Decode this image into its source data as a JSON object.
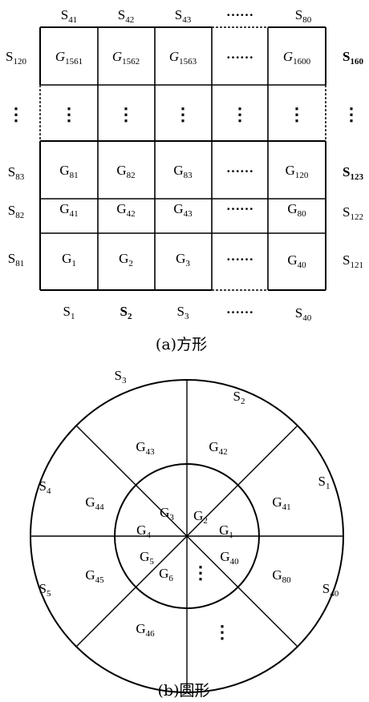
{
  "figure_a": {
    "caption": "(a)方形",
    "top_labels": [
      {
        "base": "S",
        "sub": "41"
      },
      {
        "base": "S",
        "sub": "42"
      },
      {
        "base": "S",
        "sub": "43"
      },
      {
        "base": "",
        "sub": "",
        "text": "……"
      },
      {
        "base": "S",
        "sub": "80"
      }
    ],
    "bottom_labels": [
      {
        "base": "S",
        "sub": "1"
      },
      {
        "base": "S",
        "sub": "2"
      },
      {
        "base": "S",
        "sub": "3"
      },
      {
        "base": "",
        "sub": "",
        "text": "……"
      },
      {
        "base": "S",
        "sub": "40"
      }
    ],
    "left_labels": [
      {
        "base": "S",
        "sub": "120"
      },
      {
        "base": "",
        "sub": "",
        "text": "⋮"
      },
      {
        "base": "S",
        "sub": "83"
      },
      {
        "base": "S",
        "sub": "82"
      },
      {
        "base": "S",
        "sub": "81"
      }
    ],
    "right_labels": [
      {
        "base": "S",
        "sub": "160"
      },
      {
        "base": "",
        "sub": "",
        "text": "⋮"
      },
      {
        "base": "S",
        "sub": "123"
      },
      {
        "base": "S",
        "sub": "122"
      },
      {
        "base": "S",
        "sub": "121"
      }
    ],
    "cells": [
      [
        {
          "base": "G",
          "sub": "1561",
          "italic": true
        },
        {
          "base": "G",
          "sub": "1562",
          "italic": true
        },
        {
          "base": "G",
          "sub": "1563",
          "italic": true
        },
        {
          "text": "……"
        },
        {
          "base": "G",
          "sub": "1600",
          "italic": true
        }
      ],
      [
        {
          "text": "⋮"
        },
        {
          "text": "⋮"
        },
        {
          "text": "⋮"
        },
        {
          "text": "⋮"
        },
        {
          "text": "⋮"
        }
      ],
      [
        {
          "base": "G",
          "sub": "81"
        },
        {
          "base": "G",
          "sub": "82"
        },
        {
          "base": "G",
          "sub": "83"
        },
        {
          "text": "……"
        },
        {
          "base": "G",
          "sub": "120"
        }
      ],
      [
        {
          "base": "G",
          "sub": "41"
        },
        {
          "base": "G",
          "sub": "42"
        },
        {
          "base": "G",
          "sub": "43"
        },
        {
          "text": "……"
        },
        {
          "base": "G",
          "sub": "80"
        }
      ],
      [
        {
          "base": "G",
          "sub": "1"
        },
        {
          "base": "G",
          "sub": "2"
        },
        {
          "base": "G",
          "sub": "3"
        },
        {
          "text": "……"
        },
        {
          "base": "G",
          "sub": "40"
        }
      ]
    ]
  },
  "figure_b": {
    "caption": "(b)圆形",
    "outer_labels": [
      {
        "base": "S",
        "sub": "3"
      },
      {
        "base": "S",
        "sub": "2"
      },
      {
        "base": "S",
        "sub": "4"
      },
      {
        "base": "S",
        "sub": "1"
      },
      {
        "base": "S",
        "sub": "5"
      },
      {
        "base": "S",
        "sub": "40"
      }
    ],
    "outer_sectors": [
      {
        "base": "G",
        "sub": "43"
      },
      {
        "base": "G",
        "sub": "42"
      },
      {
        "base": "G",
        "sub": "44"
      },
      {
        "base": "G",
        "sub": "41"
      },
      {
        "base": "G",
        "sub": "45"
      },
      {
        "base": "G",
        "sub": "80"
      },
      {
        "base": "G",
        "sub": "46"
      },
      {
        "text": "⋮"
      }
    ],
    "inner_sectors": [
      {
        "base": "G",
        "sub": "3"
      },
      {
        "base": "G",
        "sub": "2"
      },
      {
        "base": "G",
        "sub": "4"
      },
      {
        "base": "G",
        "sub": "1"
      },
      {
        "base": "G",
        "sub": "5"
      },
      {
        "base": "G",
        "sub": "40"
      },
      {
        "base": "G",
        "sub": "6"
      },
      {
        "text": "⋮"
      }
    ]
  }
}
